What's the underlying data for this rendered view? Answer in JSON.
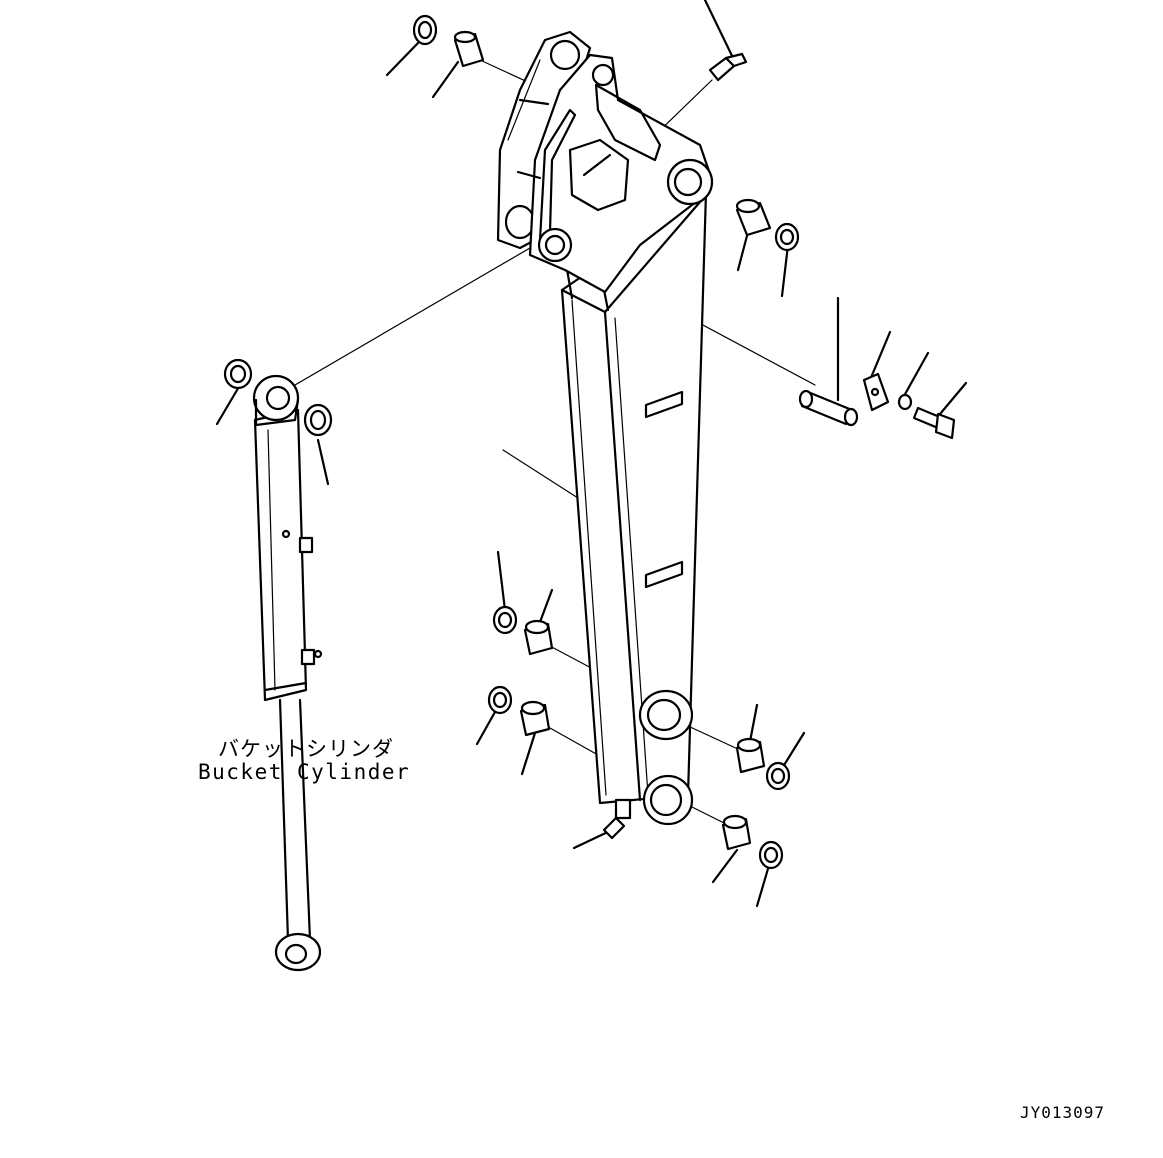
{
  "labels": {
    "bucket_cylinder_jp": "バケットシリンダ",
    "bucket_cylinder_en": "Bucket Cylinder",
    "drawing_code": "JY013097"
  }
}
